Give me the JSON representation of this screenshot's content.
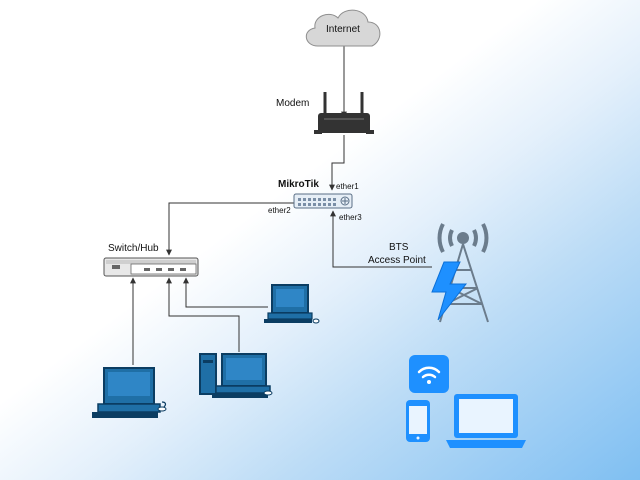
{
  "labels": {
    "internet": "Internet",
    "modem": "Modem",
    "mikrotik": "MikroTik",
    "ether1": "ether1",
    "ether2": "ether2",
    "ether3": "ether3",
    "switch": "Switch/Hub",
    "bts_line1": "BTS",
    "bts_line2": "Access Point"
  },
  "icons": {
    "cloud": "cloud-icon",
    "modem": "wifi-router-icon",
    "router": "mikrotik-router-icon",
    "switch": "network-switch-icon",
    "computers": [
      "desktop-computer-icon",
      "desktop-computer-icon",
      "desktop-tower-computer-icon"
    ],
    "bts": "radio-tower-icon",
    "wifi": "wifi-icon",
    "phone": "smartphone-icon",
    "laptop": "laptop-icon"
  },
  "colors": {
    "device_blue": "#1f6fa6",
    "device_dark": "#0b3d62",
    "wireless_blue": "#1e90ff",
    "tower_gray": "#6b7c8c",
    "cloud_fill": "#d7d7d7",
    "connector": "#333333"
  }
}
